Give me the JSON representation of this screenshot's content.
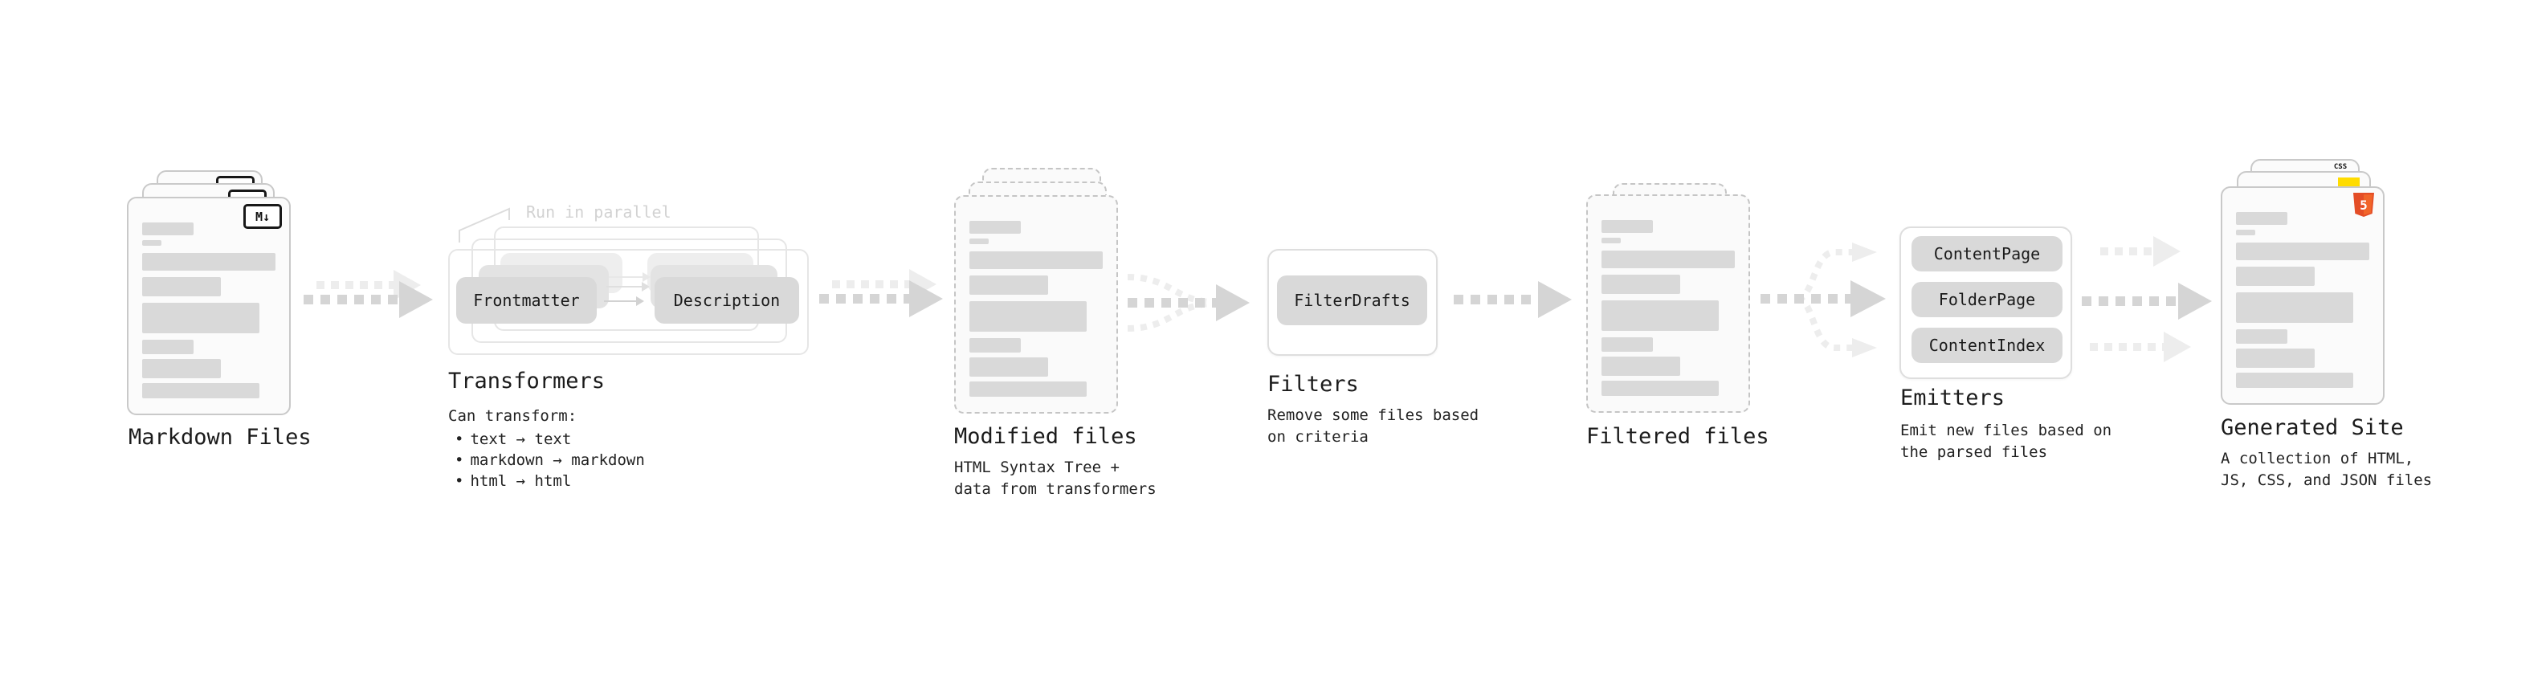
{
  "stages": {
    "markdown_files": {
      "label": "Markdown Files",
      "file_badge": "M↓"
    },
    "transformers": {
      "label": "Transformers",
      "annotation": "Run in parallel",
      "input_pill": "Frontmatter",
      "output_pill": "Description",
      "note_title": "Can transform:",
      "bullet_char": "•",
      "bullets": [
        "text → text",
        "markdown → markdown",
        "html → html"
      ]
    },
    "modified_files": {
      "label": "Modified files",
      "note_lines": [
        "HTML Syntax Tree +",
        "data from transformers"
      ]
    },
    "filters": {
      "label": "Filters",
      "pill": "FilterDrafts",
      "note_lines": [
        "Remove some files based",
        "on criteria"
      ]
    },
    "filtered_files": {
      "label": "Filtered files"
    },
    "emitters": {
      "label": "Emitters",
      "pills": [
        "ContentPage",
        "FolderPage",
        "ContentIndex"
      ],
      "note_lines": [
        "Emit new files based on",
        "the parsed files"
      ]
    },
    "generated_site": {
      "label": "Generated Site",
      "note_lines": [
        "A collection of HTML,",
        "JS, CSS, and JSON files"
      ],
      "css_badge_label": "CSS",
      "html_badge_label": "HTML",
      "html_badge_number": "5"
    }
  },
  "colors": {
    "ink": "#1b1b1b",
    "arrow-dark": "#d5d5d5",
    "arrow-faint": "#ededed",
    "card-border": "#c9c9c9",
    "card-bg": "#fbfbfb",
    "bar": "#d9d9d9",
    "pill": "#d9d9d9",
    "css-blue": "#2862e9",
    "js-yellow": "#ffdc00",
    "html-orange": "#e44d26",
    "html-orange-light": "#f16529"
  }
}
